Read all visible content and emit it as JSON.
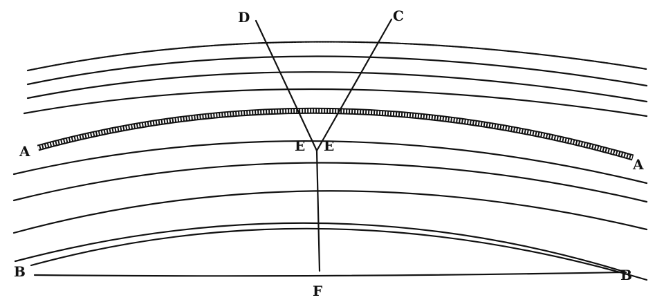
{
  "labels": {
    "d": "D",
    "c": "C",
    "a_left": "A",
    "a_right": "A",
    "e_left": "E",
    "e_right": "E",
    "b_left": "B",
    "b_right": "B",
    "f": "F"
  }
}
